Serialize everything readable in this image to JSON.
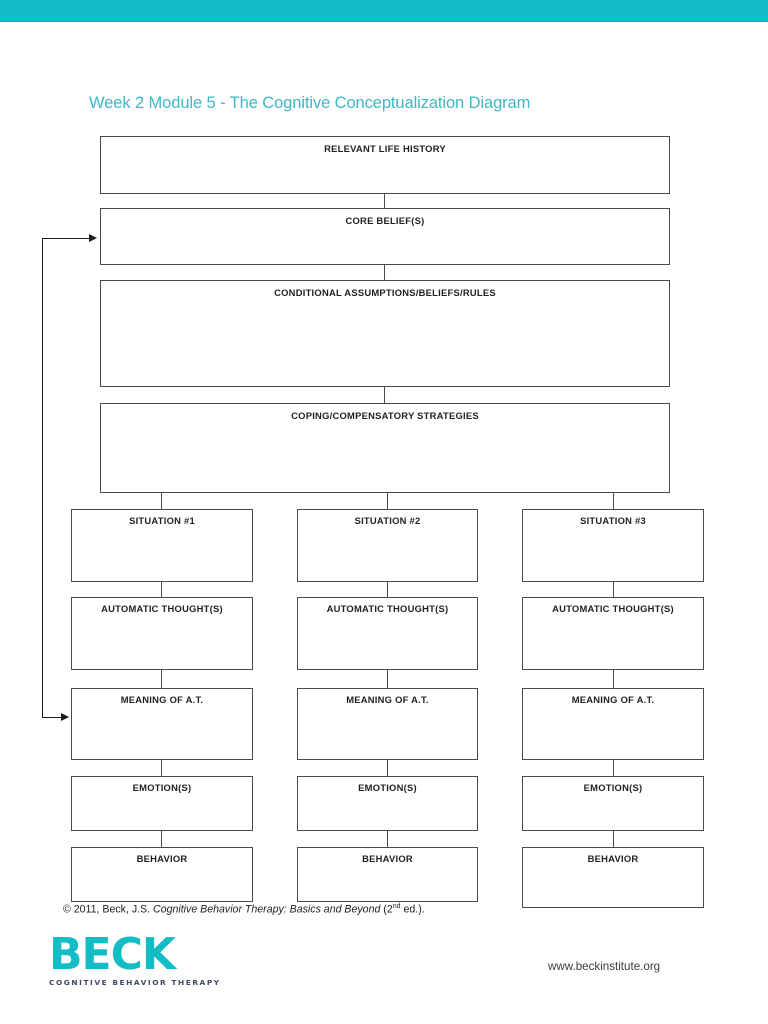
{
  "header": {
    "band_color": "#12bcc6",
    "title": "Week 2 Module 5 - The Cognitive Conceptualization Diagram",
    "title_color": "#3cb9c6"
  },
  "diagram": {
    "type": "flowchart",
    "top_boxes": [
      {
        "id": "relevant-life-history",
        "label": "RELEVANT LIFE HISTORY"
      },
      {
        "id": "core-beliefs",
        "label": "CORE BELIEF(S)"
      },
      {
        "id": "conditional-assumptions",
        "label": "CONDITIONAL ASSUMPTIONS/BELIEFS/RULES"
      },
      {
        "id": "coping-strategies",
        "label": "COPING/COMPENSATORY STRATEGIES"
      }
    ],
    "columns": [
      {
        "id": "column-1",
        "cells": [
          {
            "id": "situation-1",
            "label": "SITUATION #1"
          },
          {
            "id": "automatic-thoughts-1",
            "label": "AUTOMATIC THOUGHT(S)"
          },
          {
            "id": "meaning-of-at-1",
            "label": "MEANING OF A.T."
          },
          {
            "id": "emotions-1",
            "label": "EMOTION(S)"
          },
          {
            "id": "behavior-1",
            "label": "BEHAVIOR"
          }
        ]
      },
      {
        "id": "column-2",
        "cells": [
          {
            "id": "situation-2",
            "label": "SITUATION #2"
          },
          {
            "id": "automatic-thoughts-2",
            "label": "AUTOMATIC THOUGHT(S)"
          },
          {
            "id": "meaning-of-at-2",
            "label": "MEANING OF A.T."
          },
          {
            "id": "emotions-2",
            "label": "EMOTION(S)"
          },
          {
            "id": "behavior-2",
            "label": "BEHAVIOR"
          }
        ]
      },
      {
        "id": "column-3",
        "cells": [
          {
            "id": "situation-3",
            "label": "SITUATION #3"
          },
          {
            "id": "automatic-thoughts-3",
            "label": "AUTOMATIC THOUGHT(S)"
          },
          {
            "id": "meaning-of-at-3",
            "label": "MEANING OF A.T."
          },
          {
            "id": "emotions-3",
            "label": "EMOTION(S)"
          },
          {
            "id": "behavior-3",
            "label": "BEHAVIOR"
          }
        ]
      }
    ],
    "feedback_arrow": {
      "from": "meaning-of-at-1",
      "to": "core-beliefs",
      "color": "#1a1a1a"
    },
    "box_border_color": "#4a4a4a"
  },
  "footer": {
    "copyright_prefix": "© 2011, Beck, J.S. ",
    "copyright_title": "Cognitive Behavior Therapy: Basics and Beyond",
    "copyright_edition_pre": " (2",
    "copyright_edition_sup": "nd",
    "copyright_edition_post": " ed.).",
    "logo_word": "BECK",
    "logo_tagline": "COGNITIVE BEHAVIOR THERAPY",
    "logo_color": "#14bcc6",
    "logo_tagline_color": "#3f4a6b",
    "website": "www.beckinstitute.org"
  }
}
